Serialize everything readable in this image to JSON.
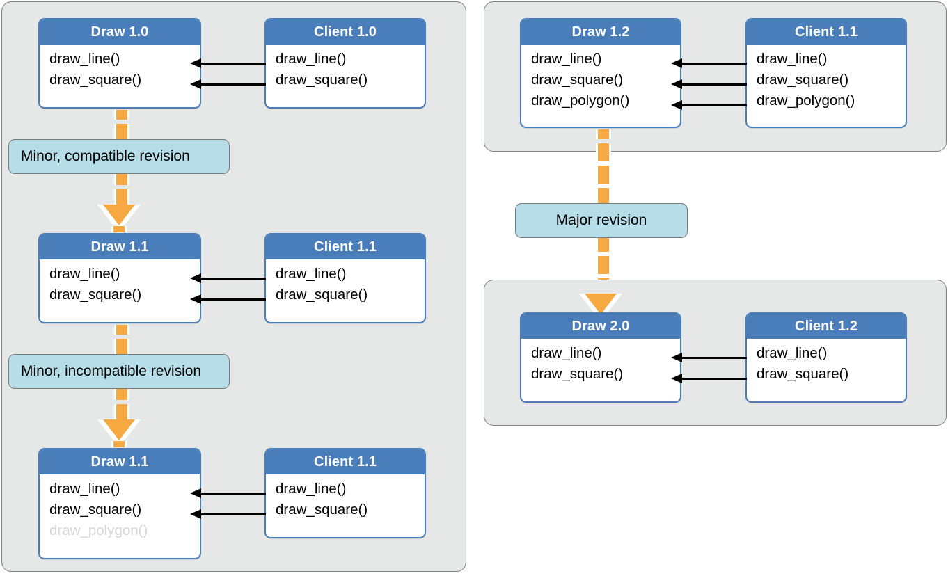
{
  "diagram": {
    "title": "Library versioning and client compatibility",
    "colors": {
      "panel_bg": "#e6e7e7",
      "panel_border": "#808080",
      "box_header": "#4a7ebb",
      "box_border": "#4a7ebb",
      "box_body": "#ffffff",
      "arrow_orange": "#f7a941",
      "pill_bg": "#b6dde8",
      "faded_text": "#d6d6d6",
      "call_arrow": "#000000"
    }
  },
  "panels": [
    {
      "id": "left-panel"
    },
    {
      "id": "right-top-panel"
    },
    {
      "id": "right-bottom-panel"
    }
  ],
  "boxes": {
    "draw_1_0": {
      "title": "Draw 1.0",
      "methods": [
        {
          "label": "draw_line()",
          "faded": false
        },
        {
          "label": "draw_square()",
          "faded": false
        }
      ]
    },
    "client_1_0": {
      "title": "Client 1.0",
      "methods": [
        {
          "label": "draw_line()",
          "faded": false
        },
        {
          "label": "draw_square()",
          "faded": false
        }
      ]
    },
    "draw_1_1_a": {
      "title": "Draw 1.1",
      "methods": [
        {
          "label": "draw_line()",
          "faded": false
        },
        {
          "label": "draw_square()",
          "faded": false
        }
      ]
    },
    "client_1_1_a": {
      "title": "Client 1.1",
      "methods": [
        {
          "label": "draw_line()",
          "faded": false
        },
        {
          "label": "draw_square()",
          "faded": false
        }
      ]
    },
    "draw_1_1_b": {
      "title": "Draw 1.1",
      "methods": [
        {
          "label": "draw_line()",
          "faded": false
        },
        {
          "label": "draw_square()",
          "faded": false
        },
        {
          "label": "draw_polygon()",
          "faded": true
        }
      ]
    },
    "client_1_1_b": {
      "title": "Client 1.1",
      "methods": [
        {
          "label": "draw_line()",
          "faded": false
        },
        {
          "label": "draw_square()",
          "faded": false
        }
      ]
    },
    "draw_1_2": {
      "title": "Draw 1.2",
      "methods": [
        {
          "label": "draw_line()",
          "faded": false
        },
        {
          "label": "draw_square()",
          "faded": false
        },
        {
          "label": "draw_polygon()",
          "faded": false
        }
      ]
    },
    "client_1_1_c": {
      "title": "Client 1.1",
      "methods": [
        {
          "label": "draw_line()",
          "faded": false
        },
        {
          "label": "draw_square()",
          "faded": false
        },
        {
          "label": "draw_polygon()",
          "faded": false
        }
      ]
    },
    "draw_2_0": {
      "title": "Draw 2.0",
      "methods": [
        {
          "label": "draw_line()",
          "faded": false
        },
        {
          "label": "draw_square()",
          "faded": false
        }
      ]
    },
    "client_1_2": {
      "title": "Client 1.2",
      "methods": [
        {
          "label": "draw_line()",
          "faded": false
        },
        {
          "label": "draw_square()",
          "faded": false
        }
      ]
    }
  },
  "labels": {
    "minor_compatible": "Minor, compatible revision",
    "minor_incompatible": "Minor, incompatible revision",
    "major": "Major revision"
  }
}
